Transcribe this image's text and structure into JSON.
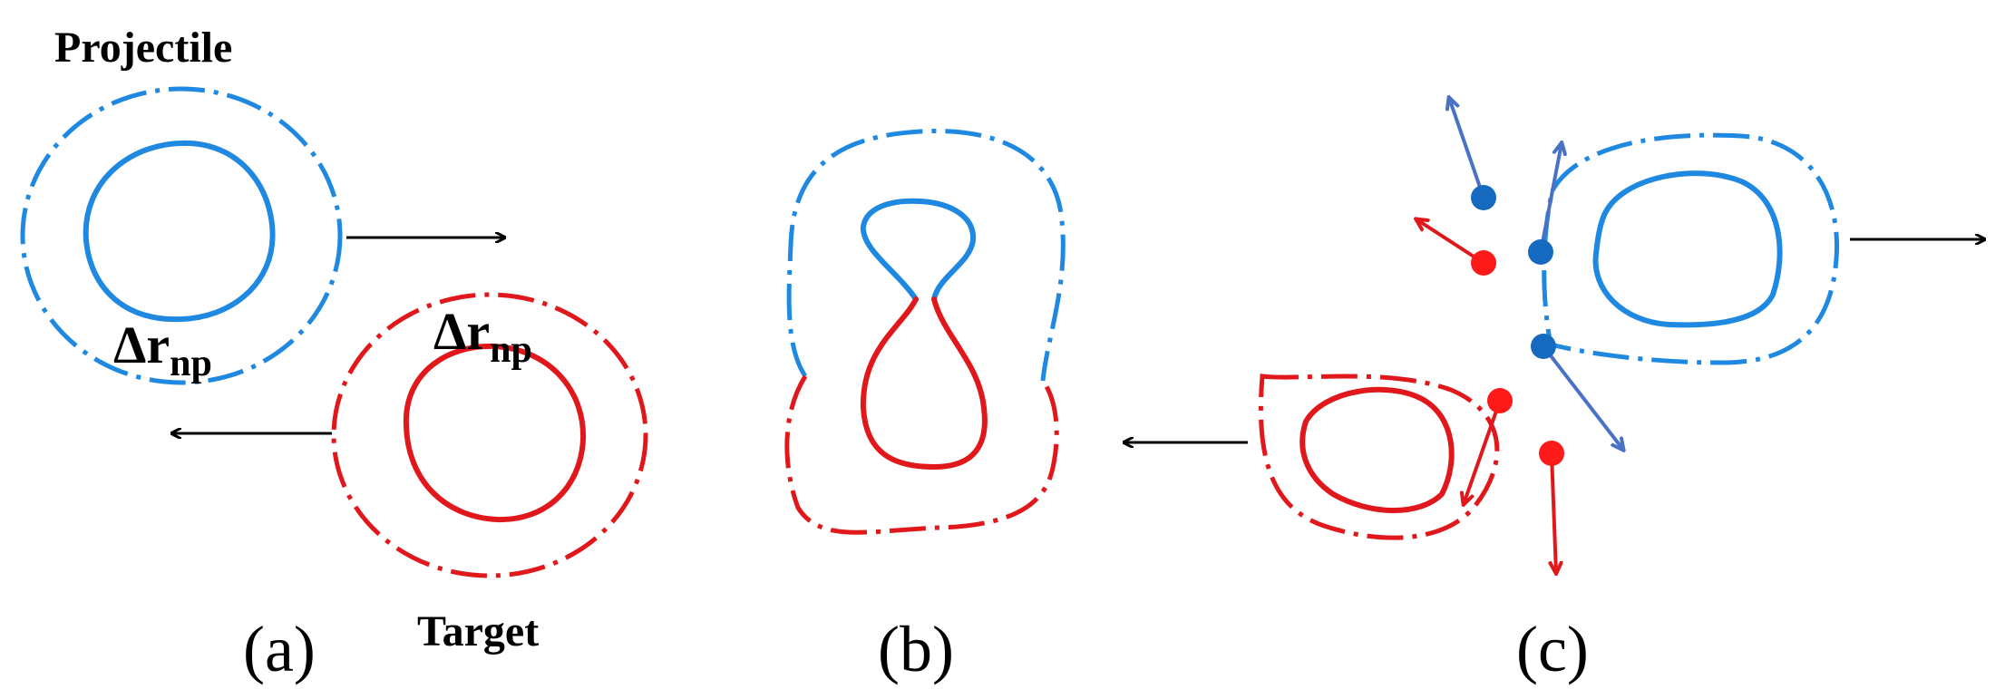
{
  "labels": {
    "projectile": "Projectile",
    "target": "Target",
    "delta_r_main": "Δr",
    "delta_r_sub": "np"
  },
  "panels": [
    {
      "id": "a",
      "label": "(a)"
    },
    {
      "id": "b",
      "label": "(b)"
    },
    {
      "id": "c",
      "label": "(c)"
    }
  ],
  "colors": {
    "projectile": "#1f88e0",
    "target": "#e0181c",
    "nucleon_blue": "#1569bf",
    "arrow_blue": "#4a72c4",
    "arrow_black": "#000000"
  }
}
